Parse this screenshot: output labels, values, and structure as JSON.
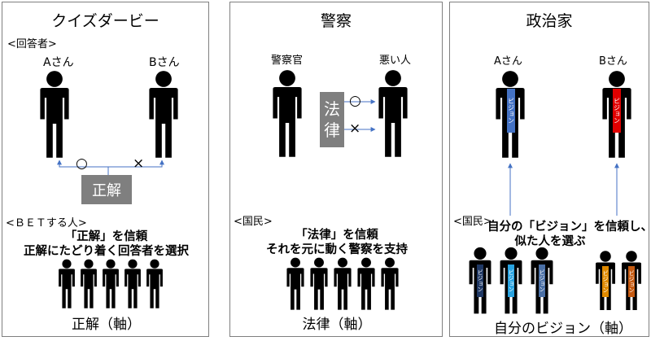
{
  "panels": {
    "quiz": {
      "title": "クイズダービー",
      "respondents_label": "<回答者>",
      "person_a": "Aさん",
      "person_b": "Bさん",
      "mark_correct": "○",
      "mark_wrong": "×",
      "answer_box": "正解",
      "bettors_label": "<ＢＥＴする人>",
      "desc_line1": "「正解」を信頼",
      "desc_line2": "正解にたどり着く回答者を選択",
      "axis_caption": "正解（軸）"
    },
    "police": {
      "title": "警察",
      "officer": "警察官",
      "criminal": "悪い人",
      "law_box_1": "法",
      "law_box_2": "律",
      "mark_correct": "○",
      "mark_wrong": "×",
      "citizens_label": "<国民>",
      "desc_line1": "「法律」を信頼",
      "desc_line2": "それを元に動く警察を支持",
      "axis_caption": "法律（軸）"
    },
    "politician": {
      "title": "政治家",
      "person_a": "Aさん",
      "person_b": "Bさん",
      "vision": "ビジョン",
      "citizens_label": "<国民>",
      "desc_line1": "自分の「ビジョン」を信頼し、",
      "desc_line2": "似た人を選ぶ",
      "axis_caption": "自分のビジョン（軸）"
    }
  },
  "colors": {
    "figure": "#000000",
    "gray_box": "#7f7f7f",
    "arrow": "#4472c4",
    "vision_a": "#4472c4",
    "vision_b": "#e00000",
    "navy": "#1f3864",
    "sky": "#29a3e0",
    "orange": "#e08a00",
    "brown": "#c55a11"
  }
}
